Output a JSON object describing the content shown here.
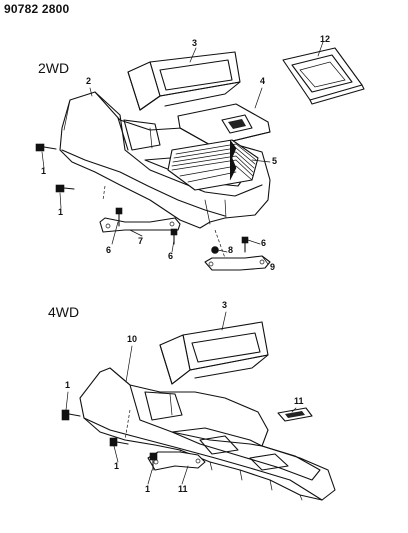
{
  "document_number": "90782 2800",
  "sections": {
    "top": {
      "label": "2WD"
    },
    "bottom": {
      "label": "4WD"
    }
  },
  "callouts": {
    "top": [
      "3",
      "12",
      "2",
      "4",
      "1",
      "5",
      "1",
      "6",
      "7",
      "6",
      "8",
      "6",
      "9"
    ],
    "bottom": [
      "3",
      "10",
      "1",
      "11",
      "1",
      "1",
      "11"
    ]
  }
}
